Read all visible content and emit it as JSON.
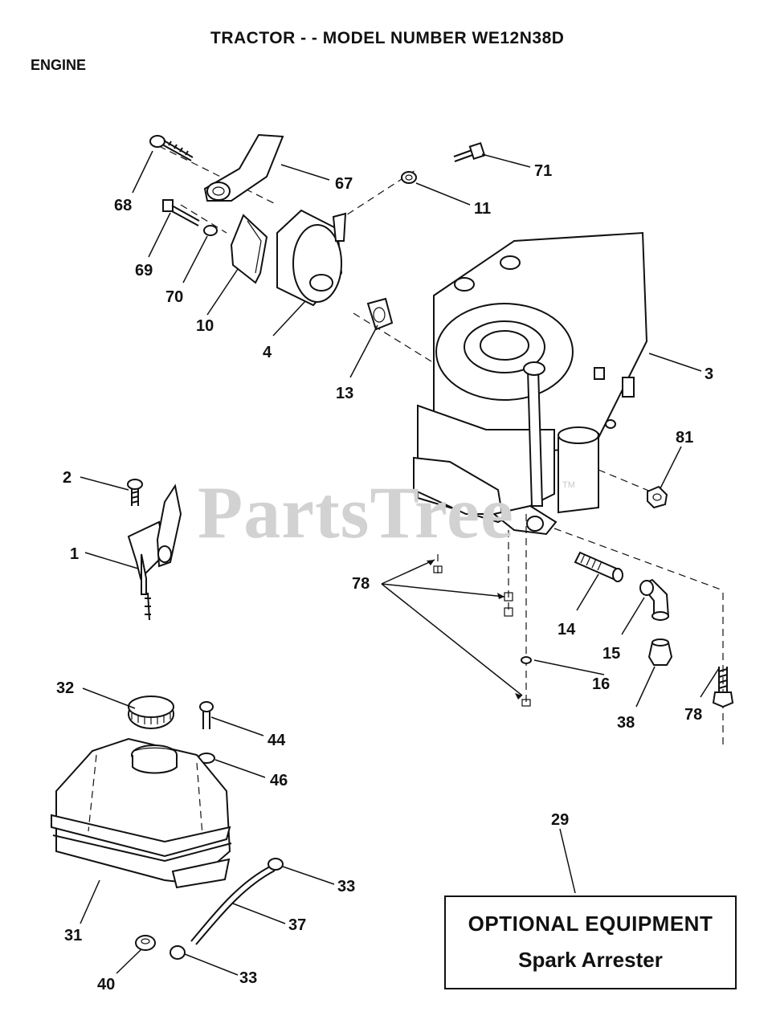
{
  "header": {
    "title": "TRACTOR - - MODEL NUMBER WE12N38D",
    "section": "ENGINE"
  },
  "watermark": {
    "text": "PartsTree",
    "tm": "TM"
  },
  "optional_box": {
    "title": "OPTIONAL EQUIPMENT",
    "subtitle": "Spark Arrester"
  },
  "callouts": {
    "c67": "67",
    "c71": "71",
    "c68": "68",
    "c11": "11",
    "c69": "69",
    "c70": "70",
    "c10": "10",
    "c4": "4",
    "c13": "13",
    "c3": "3",
    "c81": "81",
    "c2": "2",
    "c1": "1",
    "c78a": "78",
    "c14": "14",
    "c15": "15",
    "c16": "16",
    "c38": "38",
    "c78b": "78",
    "c32": "32",
    "c44": "44",
    "c46": "46",
    "c29": "29",
    "c33a": "33",
    "c37": "37",
    "c31": "31",
    "c40": "40",
    "c33b": "33"
  },
  "colors": {
    "line": "#111111",
    "watermark": "#d2d2d2",
    "background": "#ffffff"
  }
}
